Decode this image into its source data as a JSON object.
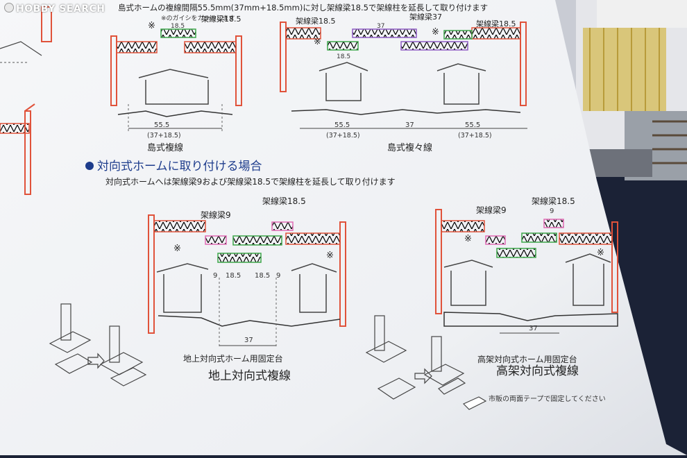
{
  "watermark": {
    "brand": "HOBBY SEARCH"
  },
  "intro": {
    "line1": "島式ホームの複線間隔55.5mm(37mm+18.5mm)に対し架線梁18.5で架線柱を延長して取り付けます",
    "line2": "※のガイシをカットします"
  },
  "island_double": {
    "beam_label": "架線梁18.5",
    "dim_small": "18.5",
    "dim_main": "55.5",
    "dim_sub": "(37+18.5)",
    "caption": "島式複線"
  },
  "island_quad": {
    "beam_a": "架線梁18.5",
    "beam_b": "架線梁37",
    "beam_c": "架線梁18.5",
    "dim_37": "37",
    "dim_185": "18.5",
    "dim_left": "55.5",
    "dim_left_sub": "(37+18.5)",
    "dim_mid": "37",
    "dim_right": "55.5",
    "dim_right_sub": "(37+18.5)",
    "caption": "島式複々線"
  },
  "section": {
    "heading": "対向式ホームに取り付ける場合",
    "subtext": "対向式ホームへは架線梁9および架線梁18.5で架線柱を延長して取り付けます"
  },
  "ground": {
    "beam_9": "架線梁9",
    "beam_185": "架線梁18.5",
    "dims": [
      "9",
      "18.5",
      "18.5",
      "9"
    ],
    "dim_bottom": "37",
    "fixture": "地上対向式ホーム用固定台",
    "caption": "地上対向式複線"
  },
  "elevated": {
    "beam_9": "架線梁9",
    "beam_185": "架線梁18.5",
    "dim_top": "9",
    "dim_bottom": "37",
    "fixture": "高架対向式ホーム用固定台",
    "caption": "高架対向式複線",
    "tape_note": "市販の両面テープで固定してください"
  },
  "marks": {
    "cut": "※"
  },
  "colors": {
    "paper": "#f3f4f6",
    "background": "#1b2236",
    "mast_red": "#e0523a",
    "beam_green": "#3da64a",
    "beam_purple": "#8e5bc4",
    "beam_pink": "#e06bb4",
    "heading_blue": "#1d3c8c"
  }
}
